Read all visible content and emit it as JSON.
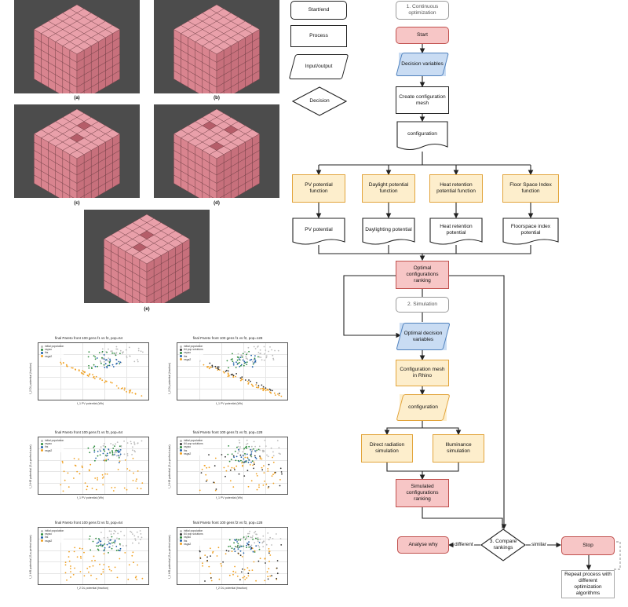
{
  "cubes": [
    {
      "caption": "(a)"
    },
    {
      "caption": "(b)"
    },
    {
      "caption": "(c)"
    },
    {
      "caption": "(d)"
    },
    {
      "caption": "(e)"
    }
  ],
  "plots": [
    {
      "title": "final Pareto front  100 gens f1 vs f2, pop=64",
      "xlabel": "f_1 PV potential (Wh)",
      "ylabel": "f_2 DL potential (fraction)",
      "legend": [
        "initial population",
        "nspso",
        "ihs",
        "nsga2"
      ]
    },
    {
      "title": "final Pareto front  100 gens f1 vs f2, pop=128",
      "xlabel": "f_1 PV potential (Wh)",
      "ylabel": "f_2 DL potential (fraction)",
      "legend": [
        "initial population",
        "64 pop solutions",
        "nspso",
        "ihs",
        "nsga2"
      ]
    },
    {
      "title": "final Pareto front  100 gens f1 vs f3, pop=64",
      "xlabel": "f_1 PV potential (Wh)",
      "ylabel": "f_3 HR potential (S-a-perfect cube)",
      "legend": [
        "initial population",
        "nspso",
        "ihs",
        "nsga2"
      ]
    },
    {
      "title": "final Pareto front  100 gens f1 vs f3, pop=128",
      "xlabel": "f_1 PV potential (Wh)",
      "ylabel": "f_3 HR potential (S-a-perfect cube)",
      "legend": [
        "initial population",
        "64 pop solutions",
        "nspso",
        "ihs",
        "nsga2"
      ]
    },
    {
      "title": "final Pareto front  100 gens f2 vs f3, pop=64",
      "xlabel": "f_2 DL potential (fraction)",
      "ylabel": "f_3 HR potential (S-a-perfect cube)",
      "legend": [
        "initial population",
        "nspso",
        "ihs",
        "nsga2"
      ]
    },
    {
      "title": "final Pareto front  100 gens f2 vs f3, pop=128",
      "xlabel": "f_2 DL potential (fraction)",
      "ylabel": "f_3 HR potential (S-a-perfect cube)",
      "legend": [
        "initial population",
        "64 pop solutions",
        "nspso",
        "ihs",
        "nsga2"
      ]
    }
  ],
  "series_colors": {
    "initial": "#bbbbbb",
    "nspso": "#2a8a3a",
    "ihs": "#1f5fa8",
    "nsga2": "#f0a020",
    "pop64": "#333333"
  },
  "legend_shapes": {
    "start_end": "Start/end",
    "process": "Process",
    "io": "Input/output",
    "decision": "Decision"
  },
  "flow": {
    "section1": "1. Continuous optimization",
    "start": "Start",
    "decision_vars": "Decision variables",
    "create_mesh": "Create configuration mesh",
    "configuration": "configuration",
    "pv_fn": "PV potential function",
    "dl_fn": "Daylight potential function",
    "hr_fn": "Heat retention potential function",
    "fsi_fn": "Floor Space Index function",
    "pv_pot": "PV potential",
    "dl_pot": "Daylighting potential",
    "hr_pot": "Heat retention potential",
    "fsi_pot": "Floorspace index potential",
    "ranking": "Optimal configurations ranking",
    "section2": "2. Simulation",
    "opt_vars": "Optimal decision variables",
    "mesh_rhino": "Configuration mesh in Rhino",
    "configuration2": "configuration",
    "direct_rad": "Direct radiation simulation",
    "illuminance": "Illuminance simulation",
    "sim_ranking": "Simulated configurations ranking",
    "compare": "3. Compare rankings",
    "different": "different",
    "similar": "similar",
    "analyse": "Analyse why",
    "stop": "Stop",
    "repeat": "Repeat process with different optimization algorithms"
  }
}
